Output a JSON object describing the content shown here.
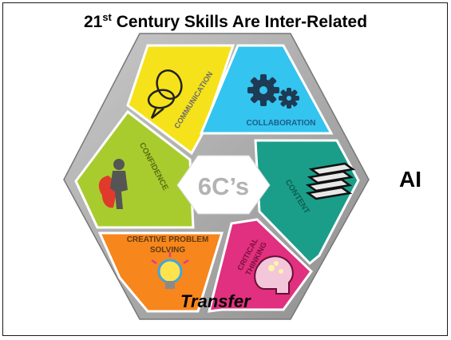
{
  "title": {
    "base": "21",
    "sup": "st",
    "rest": " Century Skills Are Inter-Related"
  },
  "center_label": "6C’s",
  "segments": [
    {
      "key": "communication",
      "label": "COMMUNICATION",
      "color": "#f6e21a",
      "icon": "speech-bubbles-icon"
    },
    {
      "key": "collaboration",
      "label": "COLLABORATION",
      "color": "#33c4ef",
      "icon": "gears-icon"
    },
    {
      "key": "content",
      "label": "CONTENT",
      "color": "#1a9e8a",
      "icon": "books-icon"
    },
    {
      "key": "critical_thinking",
      "label_lines": [
        "CRITICAL",
        "THINKING"
      ],
      "color": "#e0307f",
      "icon": "brain-head-icon"
    },
    {
      "key": "creative_problem_solving",
      "label_lines": [
        "CREATIVE PROBLEM",
        "SOLVING"
      ],
      "color": "#f7861c",
      "icon": "lightbulb-icon"
    },
    {
      "key": "confidence",
      "label": "CONFIDENCE",
      "color": "#a8cc2e",
      "icon": "superhero-icon"
    }
  ],
  "side_label": "AI",
  "bottom_label": "Transfer"
}
